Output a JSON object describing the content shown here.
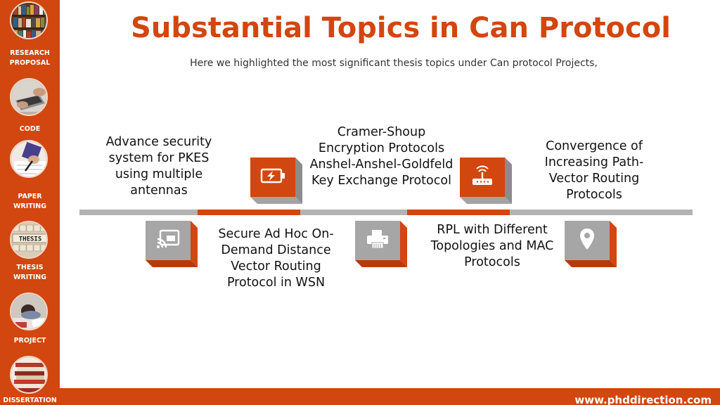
{
  "header": {
    "title": "Substantial Topics in Can Protocol",
    "subtitle": "Here we highlighted the most significant thesis topics under Can protocol Projects,"
  },
  "sidebar": {
    "items": [
      {
        "label_line1": "RESEARCH",
        "label_line2": "PROPOSAL",
        "thumb": "bookshelf-thumbnail"
      },
      {
        "label_line1": "CODE",
        "label_line2": "",
        "thumb": "laptop-hands-thumbnail"
      },
      {
        "label_line1": "PAPER",
        "label_line2": "WRITING",
        "thumb": "pen-writing-thumbnail"
      },
      {
        "label_line1": "THESIS",
        "label_line2": "WRITING",
        "thumb": "thesis-tiles-thumbnail"
      },
      {
        "label_line1": "PROJECT",
        "label_line2": "",
        "thumb": "student-desk-thumbnail"
      },
      {
        "label_line1": "DISSERTATION",
        "label_line2": "",
        "thumb": "stacked-books-thumbnail"
      }
    ]
  },
  "topics": [
    {
      "text": "Advance security system for PKES using multiple antennas",
      "icon": "cast-screen-icon"
    },
    {
      "text": "Cramer-Shoup Encryption Protocols Anshel-Anshel-Goldfeld Key Exchange Protocol",
      "icon": "battery-charging-icon"
    },
    {
      "text": "Secure Ad Hoc On-Demand Distance Vector Routing Protocol in WSN",
      "icon": "printer-icon"
    },
    {
      "text": "RPL with Different Topologies and MAC Protocols",
      "icon": "router-icon"
    },
    {
      "text": "Convergence of Increasing Path-Vector Routing Protocols",
      "icon": "map-pin-icon"
    }
  ],
  "footer": {
    "url": "www.phddirection.com"
  },
  "colors": {
    "accent": "#d2460f",
    "timeline_grey": "#b3b3b3",
    "cube_grey": "#a6a6a6"
  }
}
